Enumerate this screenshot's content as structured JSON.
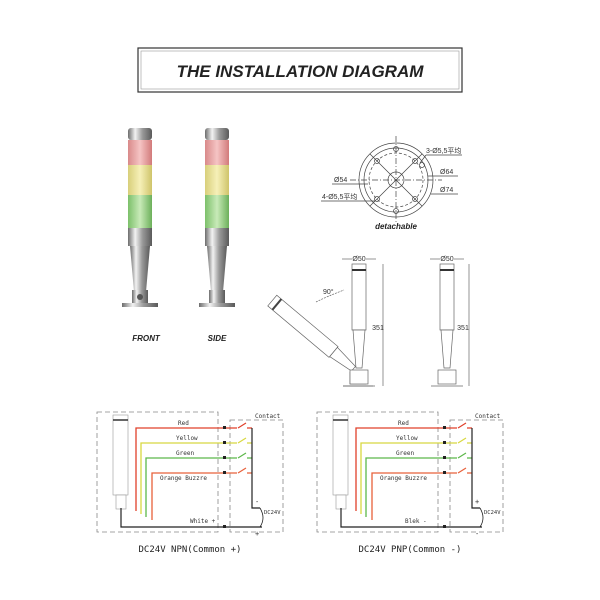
{
  "title": "THE INSTALLATION DIAGRAM",
  "views": {
    "front": "FRONT",
    "side": "SIDE"
  },
  "base_plate": {
    "labels": {
      "holes3": "3-Ø5,5平均",
      "d64": "Ø64",
      "d54": "Ø54",
      "d74": "Ø74",
      "holes4": "4-Ø5,5平均"
    },
    "caption": "detachable"
  },
  "dimensions": {
    "diameter": "Ø50",
    "height": "351",
    "angle": "90°"
  },
  "wiring": [
    {
      "contact_label": "Contact",
      "wires": [
        "Red",
        "Yellow",
        "Green",
        "Orange Buzzre"
      ],
      "common_label": "White +",
      "supply_label": "DC24V",
      "top_sign": "-",
      "bottom_sign": "+",
      "caption": "DC24V NPN(Common +)"
    },
    {
      "contact_label": "Contact",
      "wires": [
        "Red",
        "Yellow",
        "Green",
        "Orange Buzzre"
      ],
      "common_label": "Blek -",
      "supply_label": "DC24V",
      "top_sign": "+",
      "bottom_sign": "-",
      "caption": "DC24V PNP(Common -)"
    }
  ],
  "colors": {
    "red": "#e0402a",
    "yellow": "#d8d840",
    "green": "#5cb84a",
    "orange": "#e8603a",
    "black": "#222222"
  }
}
